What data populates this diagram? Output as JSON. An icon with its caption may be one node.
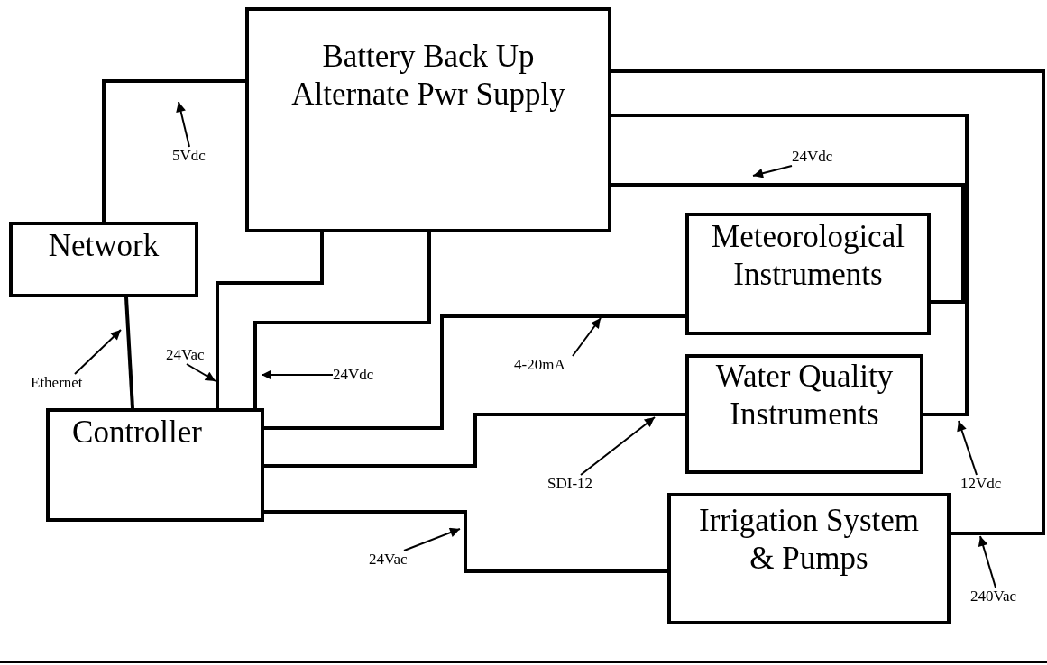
{
  "diagram": {
    "nodes": [
      {
        "text": [
          "Battery Back Up Alternate Pwr Supply"
        ]
      },
      {
        "text": [
          "Network"
        ]
      },
      {
        "text": [
          "5Vdc"
        ]
      },
      {
        "text": [
          "24Vdc"
        ]
      },
      {
        "text": [
          "Meteorological Instruments"
        ]
      },
      {
        "text": [
          "4-20mA"
        ]
      },
      {
        "text": [
          "Ethernet"
        ]
      },
      {
        "text": [
          "24Vac"
        ]
      },
      {
        "text": [
          "24Vdc"
        ]
      },
      {
        "text": [
          "Water Quality Instruments"
        ]
      },
      {
        "text": [
          "Controller"
        ]
      },
      {
        "text": [
          "SDI-12"
        ]
      },
      {
        "text": [
          "12Vdc"
        ]
      },
      {
        "text": [
          "Irrigation System & Pumps"
        ]
      },
      {
        "text": [
          "24Vac"
        ]
      },
      {
        "text": [
          "240Vac"
        ]
      }
    ],
    "edges": [
      {
        "from": 0,
        "to": 1,
        "arrow": "none",
        "style": "thick"
      },
      {
        "from": 0,
        "to": 10,
        "arrow": "none",
        "style": "thick"
      },
      {
        "from": 0,
        "to": 10,
        "arrow": "none",
        "style": "thick"
      },
      {
        "from": 1,
        "to": 10,
        "arrow": "none",
        "style": "thick"
      },
      {
        "from": 10,
        "to": 4,
        "arrow": "none",
        "style": "thick"
      },
      {
        "from": 10,
        "to": 9,
        "arrow": "none",
        "style": "thick"
      },
      {
        "from": 10,
        "to": 13,
        "arrow": "none",
        "style": "thick"
      },
      {
        "from": 0,
        "to": 13,
        "arrow": "none",
        "style": "thick"
      },
      {
        "from": 0,
        "to": 9,
        "arrow": "none",
        "style": "thick"
      },
      {
        "from": 0,
        "to": 4,
        "arrow": "none",
        "style": "thick"
      },
      {
        "from": 2,
        "to": null,
        "arrow": "to"
      },
      {
        "from": 6,
        "to": null,
        "arrow": "to"
      },
      {
        "from": 7,
        "to": null,
        "arrow": "to"
      },
      {
        "from": 8,
        "to": null,
        "arrow": "to"
      },
      {
        "from": 5,
        "to": null,
        "arrow": "to"
      },
      {
        "from": 3,
        "to": null,
        "arrow": "to"
      },
      {
        "from": 11,
        "to": null,
        "arrow": "to"
      },
      {
        "from": 12,
        "to": null,
        "arrow": "to"
      },
      {
        "from": 14,
        "to": null,
        "arrow": "to"
      },
      {
        "from": 15,
        "to": null,
        "arrow": "to"
      }
    ]
  }
}
